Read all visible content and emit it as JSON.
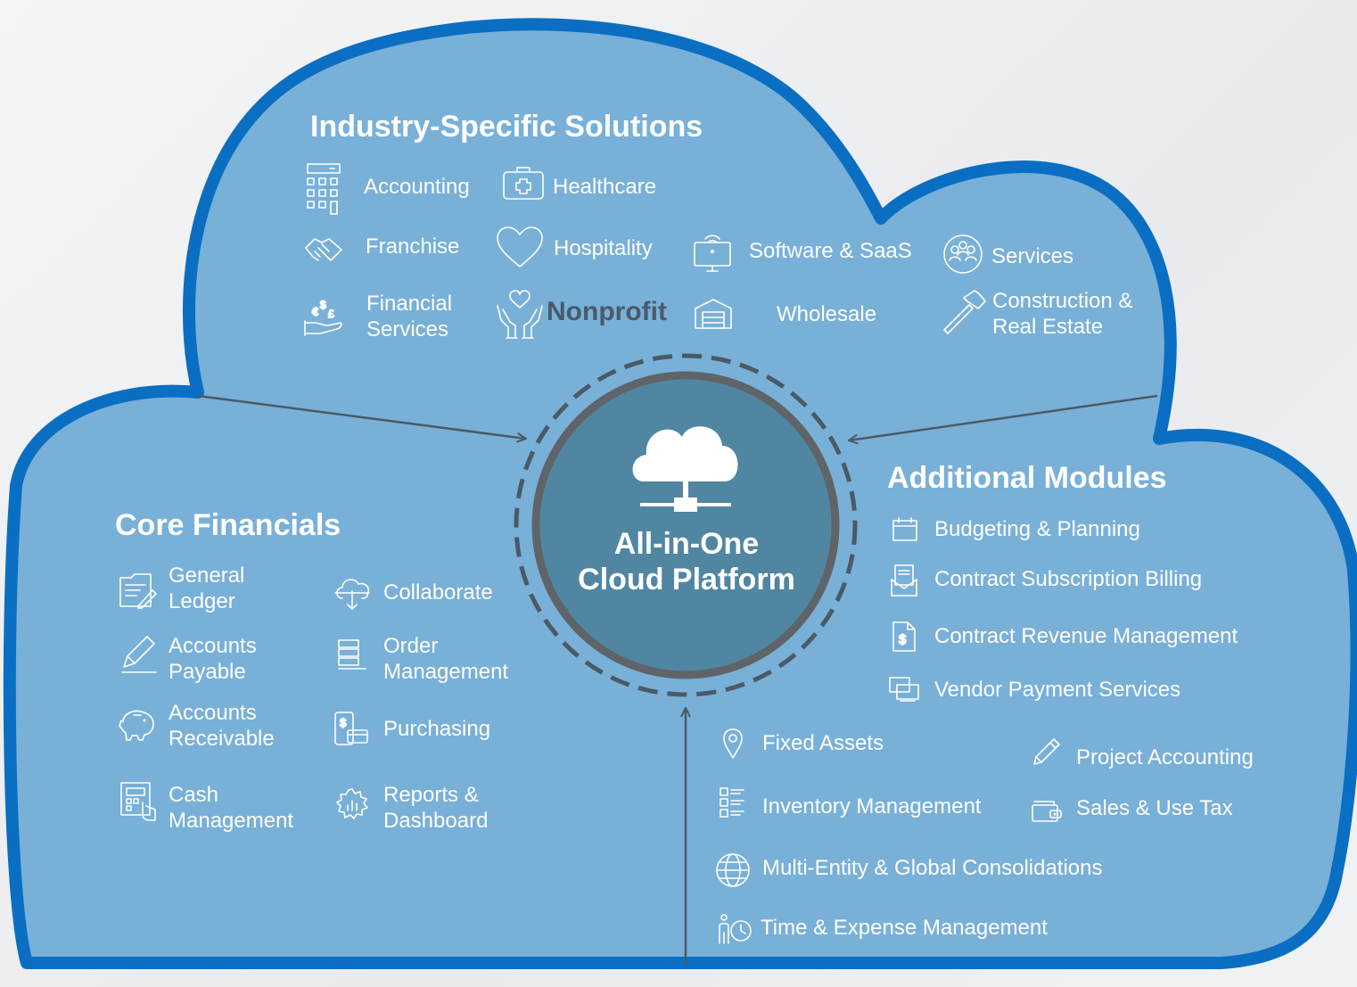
{
  "colors": {
    "cloud_fill": "#78b0d8",
    "cloud_border": "#0a6fc2",
    "hub_fill": "#5186a3",
    "hub_ring": "#5f6469",
    "arrow": "#4a5a66",
    "nonprofit_text": "#4a5a6b"
  },
  "center": {
    "title": "All-in-One\nCloud Platform",
    "icon": "cloud-network-icon"
  },
  "industry": {
    "heading": "Industry-Specific Solutions",
    "items": [
      {
        "label": "Accounting",
        "icon": "calculator-icon"
      },
      {
        "label": "Healthcare",
        "icon": "medical-kit-icon"
      },
      {
        "label": "Franchise",
        "icon": "handshake-icon"
      },
      {
        "label": "Hospitality",
        "icon": "heart-icon"
      },
      {
        "label": "Software & SaaS",
        "icon": "monitor-wifi-icon"
      },
      {
        "label": "Services",
        "icon": "people-group-icon"
      },
      {
        "label": "Financial\nServices",
        "icon": "currency-hand-icon"
      },
      {
        "label": "Nonprofit",
        "icon": "hands-heart-icon"
      },
      {
        "label": "Wholesale",
        "icon": "warehouse-icon"
      },
      {
        "label": "Construction &\nReal Estate",
        "icon": "hammer-icon"
      }
    ]
  },
  "core": {
    "heading": "Core Financials",
    "items": [
      {
        "label": "General\nLedger",
        "icon": "ledger-icon"
      },
      {
        "label": "Collaborate",
        "icon": "cloud-download-icon"
      },
      {
        "label": "Accounts\nPayable",
        "icon": "pen-icon"
      },
      {
        "label": "Order\nManagement",
        "icon": "server-icon"
      },
      {
        "label": "Accounts\nReceivable",
        "icon": "piggy-bank-icon"
      },
      {
        "label": "Purchasing",
        "icon": "mobile-payment-icon"
      },
      {
        "label": "Cash\nManagement",
        "icon": "cash-register-icon"
      },
      {
        "label": "Reports &\nDashboard",
        "icon": "gear-chart-icon"
      }
    ]
  },
  "modules": {
    "heading": "Additional Modules",
    "items": [
      {
        "label": "Budgeting & Planning",
        "icon": "calendar-icon"
      },
      {
        "label": "Contract Subscription Billing",
        "icon": "envelope-document-icon"
      },
      {
        "label": "Contract Revenue Management",
        "icon": "dollar-document-icon"
      },
      {
        "label": "Vendor Payment Services",
        "icon": "screens-icon"
      },
      {
        "label": "Fixed Assets",
        "icon": "location-pin-icon"
      },
      {
        "label": "Project Accounting",
        "icon": "pencil-icon"
      },
      {
        "label": "Inventory Management",
        "icon": "checklist-icon"
      },
      {
        "label": "Sales & Use Tax",
        "icon": "wallet-icon"
      },
      {
        "label": "Multi-Entity & Global Consolidations",
        "icon": "globe-icon"
      },
      {
        "label": "Time & Expense Management",
        "icon": "person-clock-icon"
      }
    ]
  }
}
